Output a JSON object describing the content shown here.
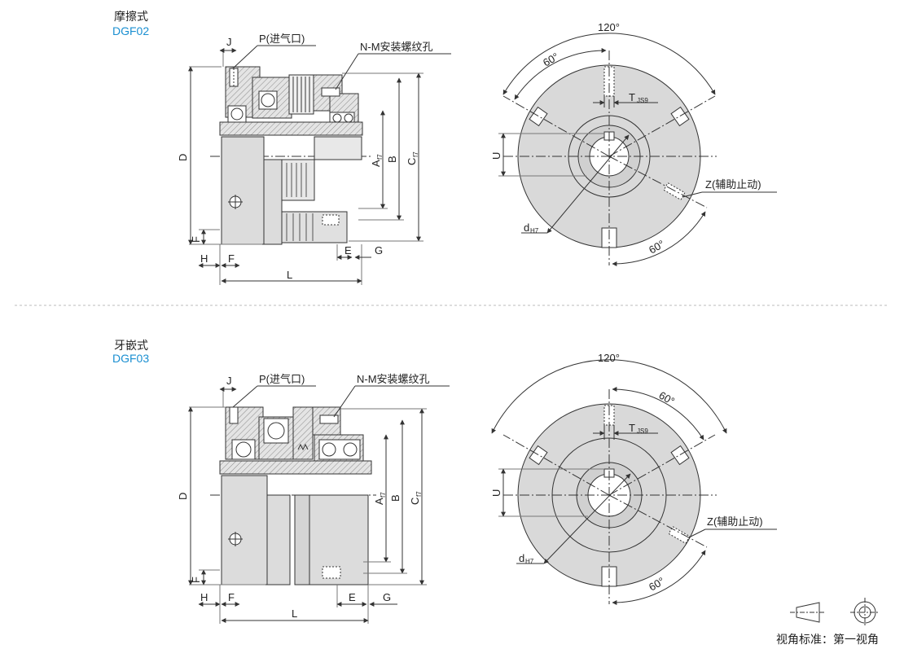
{
  "sections": [
    {
      "name_cn": "摩擦式",
      "code": "DGF02",
      "side_view": {
        "labels": {
          "J": "J",
          "P": "P(进气口)",
          "NM": "N-M安装螺纹孔",
          "D": "D",
          "A": "A",
          "A_sub": "f7",
          "B": "B",
          "C": "C",
          "C_sub": "f7",
          "F_v": "F",
          "H": "H",
          "F_h": "F",
          "E": "E",
          "G": "G",
          "L": "L"
        }
      },
      "front_view": {
        "labels": {
          "angle_top": "120°",
          "angle_60a": "60°",
          "angle_60b": "60°",
          "T": "T",
          "T_sub": "JS9",
          "U": "U",
          "d": "d",
          "d_sub": "H7",
          "Z": "Z(辅助止动)"
        }
      }
    },
    {
      "name_cn": "牙嵌式",
      "code": "DGF03",
      "side_view": {
        "labels": {
          "J": "J",
          "P": "P(进气口)",
          "NM": "N-M安装螺纹孔",
          "D": "D",
          "A": "A",
          "A_sub": "f7",
          "B": "B",
          "C": "C",
          "C_sub": "f7",
          "F_v": "F",
          "H": "H",
          "F_h": "F",
          "E": "E",
          "G": "G",
          "L": "L"
        }
      },
      "front_view": {
        "labels": {
          "angle_top": "120°",
          "angle_60a": "60°",
          "angle_60b": "60°",
          "T": "T",
          "T_sub": "JS9",
          "U": "U",
          "d": "d",
          "d_sub": "H7",
          "Z": "Z(辅助止动)"
        }
      }
    }
  ],
  "projection_note": "视角标准：第一视角",
  "colors": {
    "brand": "#1a8fd1",
    "line": "#333333",
    "fill": "#d9d9d9",
    "hatch": "#9a9a9a"
  }
}
